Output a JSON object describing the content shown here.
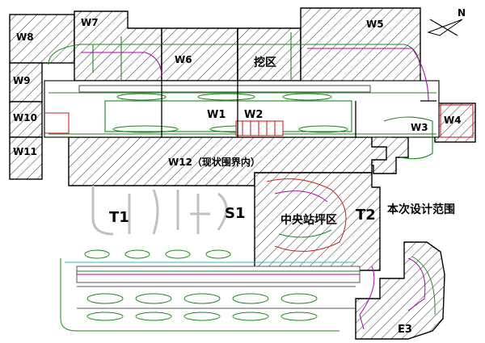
{
  "zones": {
    "w1": "W1",
    "w2": "W2",
    "w4": "W4",
    "w5": "W5",
    "w6": "W6",
    "w7": "W7",
    "w8": "W8",
    "w9": "W9",
    "w10": "W10",
    "w11": "W11",
    "w12": "W12（现状围界内）",
    "w3": "W3",
    "wa": "挖区",
    "center": "中央站坪区",
    "t1": "T1",
    "t2": "T2",
    "s1": "S1",
    "e3": "E3"
  },
  "legend_scope": "本次设计范围",
  "compass": "N",
  "colors": {
    "magenta": "#b000b0",
    "green": "#1a8a1a",
    "red": "#d02020",
    "cyan": "#20c0c0",
    "black": "#000000"
  }
}
